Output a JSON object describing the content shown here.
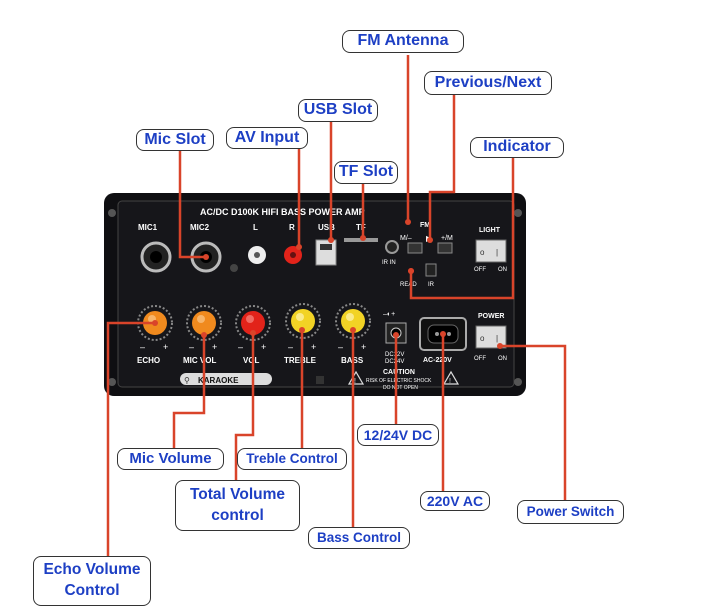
{
  "labels": {
    "fm_antenna": "FM Antenna",
    "previous_next": "Previous/Next",
    "usb_slot": "USB Slot",
    "mic_slot": "Mic Slot",
    "av_input": "AV Input",
    "indicator": "Indicator",
    "tf_slot": "TF Slot",
    "mic_volume": "Mic Volume",
    "treble_control": "Treble Control",
    "total_volume_line1": "Total Volume",
    "total_volume_line2": "control",
    "dc_input": "12/24V DC",
    "ac_input": "220V AC",
    "power_switch": "Power Switch",
    "bass_control": "Bass Control",
    "echo_volume_line1": "Echo Volume",
    "echo_volume_line2": "Control"
  },
  "panel": {
    "header": "AC/DC  D100K  HIFI   BASS POWER AMP",
    "mic1": "MIC1",
    "mic2": "MIC2",
    "left": "L",
    "right": "R",
    "usb": "USB",
    "tf": "TF",
    "fm": "FM",
    "prev_btn": "M/–",
    "next_btn": "+/M",
    "ir_in": "IR IN",
    "read": "READ",
    "ir": "IR",
    "light": "LIGHT",
    "off": "OFF",
    "on": "ON",
    "power": "POWER",
    "knob_echo": "ECHO",
    "knob_mic_vol": "MIC VOL",
    "knob_vol": "VOL",
    "knob_treble": "TREBLE",
    "knob_bass": "BASS",
    "minus": "–",
    "plus": "+",
    "dc_label_1": "DC12V",
    "dc_label_2": "DC24V",
    "ac_label": "AC-220V",
    "karaoke": "KARAOKE",
    "caution": "CAUTION",
    "caution_sub1": "RISK OF ELECTRIC SHOCK",
    "caution_sub2": "DO NOT OPEN",
    "dc_symbol": "–◐+"
  },
  "colors": {
    "panel": "#0f0f12",
    "panel_text": "#ffffff",
    "leader": "#d9442a",
    "callout_text": "#1d3fc4",
    "knob_orange": "#f08a1e",
    "knob_red": "#e2231a",
    "knob_yellow": "#f2d325"
  }
}
